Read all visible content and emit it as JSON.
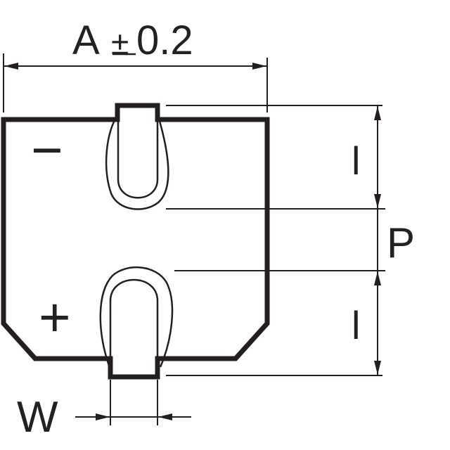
{
  "dimension_labels": {
    "width_label_letter": "A",
    "width_label_tolerance_sign": "±",
    "width_label_tolerance_value": "0.2",
    "terminal_length_top": "l",
    "pitch": "P",
    "terminal_length_bottom": "l",
    "terminal_width": "W"
  },
  "polarity_marks": {
    "negative": "−",
    "positive": "+"
  },
  "colors": {
    "line": "#231f20",
    "background": "#ffffff"
  }
}
